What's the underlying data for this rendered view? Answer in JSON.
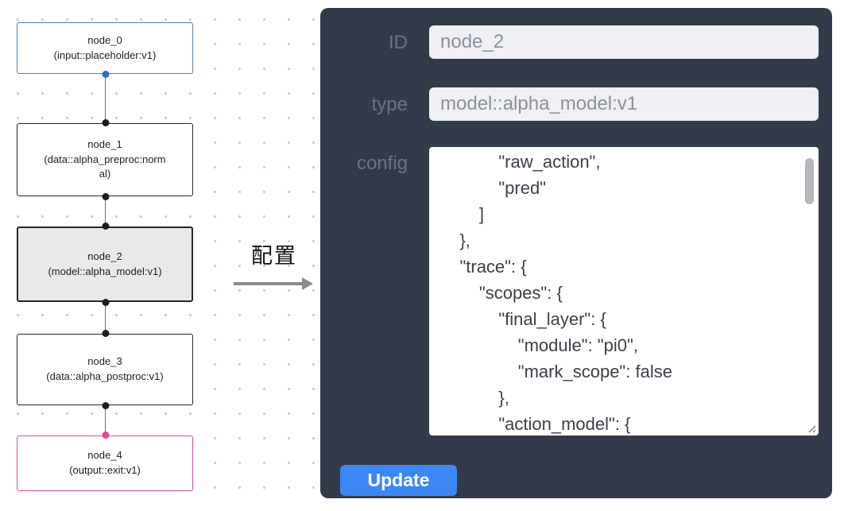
{
  "flow": {
    "nodes": [
      {
        "title": "node_0",
        "subtitle": "(input::placeholder:v1)",
        "accent": "#4a7dd2"
      },
      {
        "title": "node_1",
        "subtitle": "(data::alpha_preproc:normal)",
        "accent": "#262626"
      },
      {
        "title": "node_2",
        "subtitle": "(model::alpha_model:v1)",
        "accent": "#262626",
        "selected": true
      },
      {
        "title": "node_3",
        "subtitle": "(data::alpha_postproc:v1)",
        "accent": "#262626"
      },
      {
        "title": "node_4",
        "subtitle": "(output::exit:v1)",
        "accent": "#e2499c"
      }
    ],
    "port_colors": {
      "blue": "#2e6ad4",
      "black": "#1c1c1c",
      "pink": "#e2499c"
    }
  },
  "arrow": {
    "label": "配置"
  },
  "panel": {
    "background": "#333b4a",
    "fields": [
      {
        "label": "ID",
        "value": "node_2"
      },
      {
        "label": "type",
        "value": "model::alpha_model:v1"
      }
    ],
    "config": {
      "label": "config",
      "text": "            \"raw_action\",\n            \"pred\"\n        ]\n    },\n    \"trace\": {\n        \"scopes\": {\n            \"final_layer\": {\n                \"module\": \"pi0\",\n                \"mark_scope\": false\n            },\n            \"action_model\": {"
    },
    "update_label": "Update",
    "button_color": "#3c87f6"
  }
}
